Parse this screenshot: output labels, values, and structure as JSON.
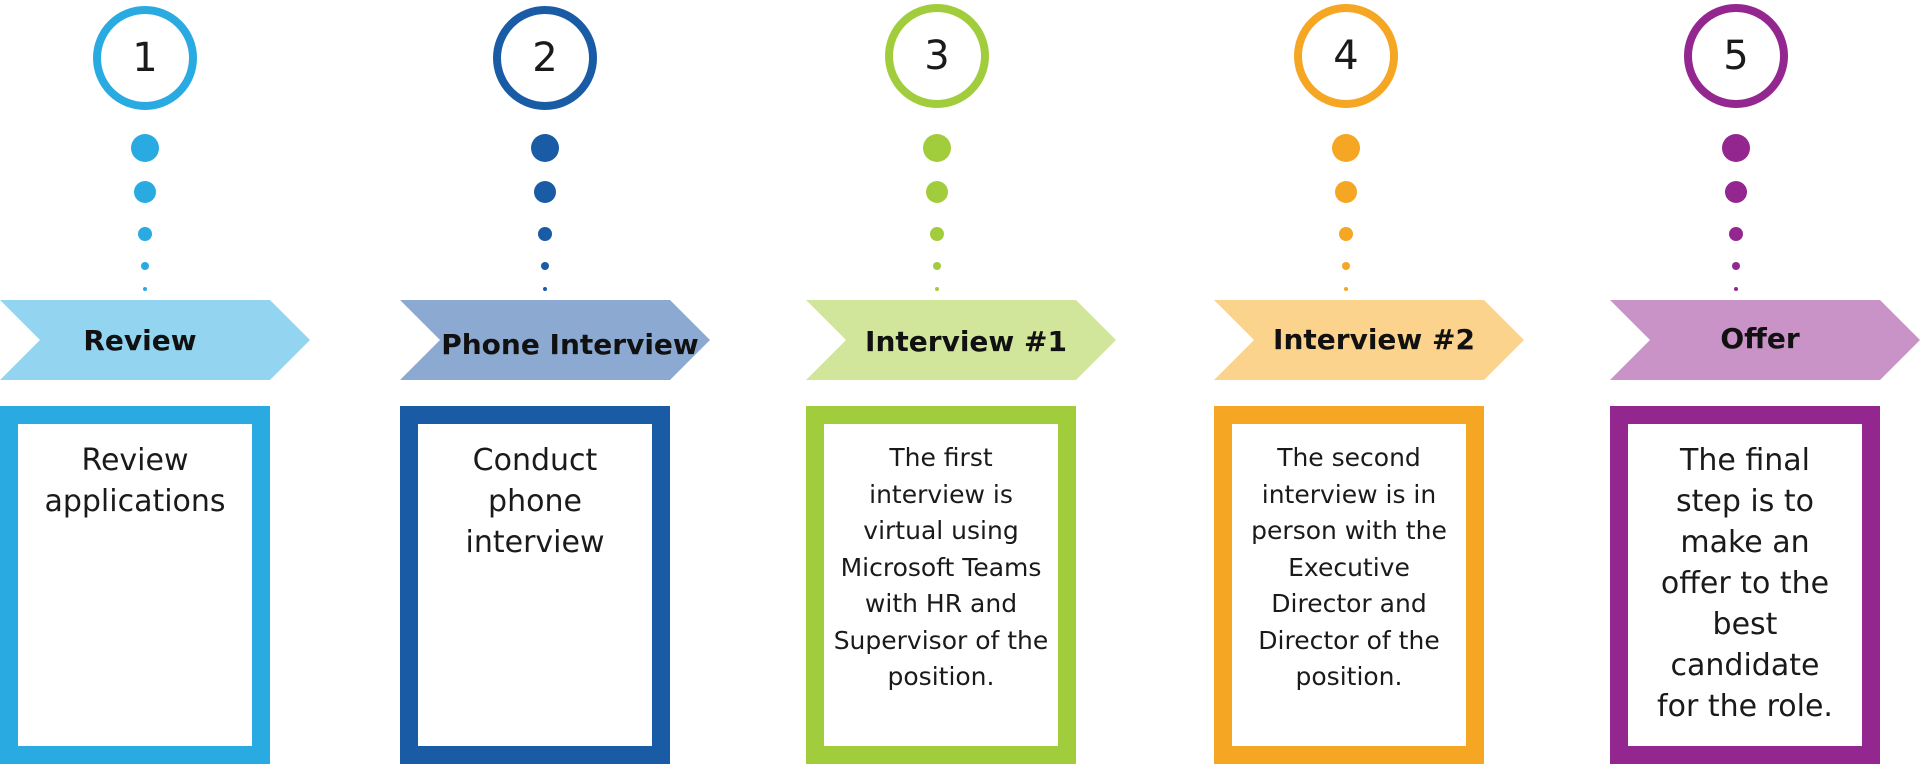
{
  "steps": [
    {
      "number": "1",
      "label": "Review",
      "description": "Review applications",
      "color": "#29abe2",
      "light_color": "#93d5f1"
    },
    {
      "number": "2",
      "label": "Phone Interview",
      "description": "Conduct phone interview",
      "color": "#1a5ba6",
      "light_color": "#8caad1"
    },
    {
      "number": "3",
      "label": "Interview #1",
      "description": "The first interview is virtual using Microsoft Teams with HR and Supervisor of the position.",
      "color": "#a1cd3c",
      "light_color": "#d2e69b"
    },
    {
      "number": "4",
      "label": "Interview #2",
      "description": "The second interview is in person with the Executive Director and Director of the position.",
      "color": "#f5a623",
      "light_color": "#fbd38c"
    },
    {
      "number": "5",
      "label": "Offer",
      "description": "The final step is to make an offer to the best candidate for the role.",
      "color": "#93278f",
      "light_color": "#c993c7"
    }
  ]
}
